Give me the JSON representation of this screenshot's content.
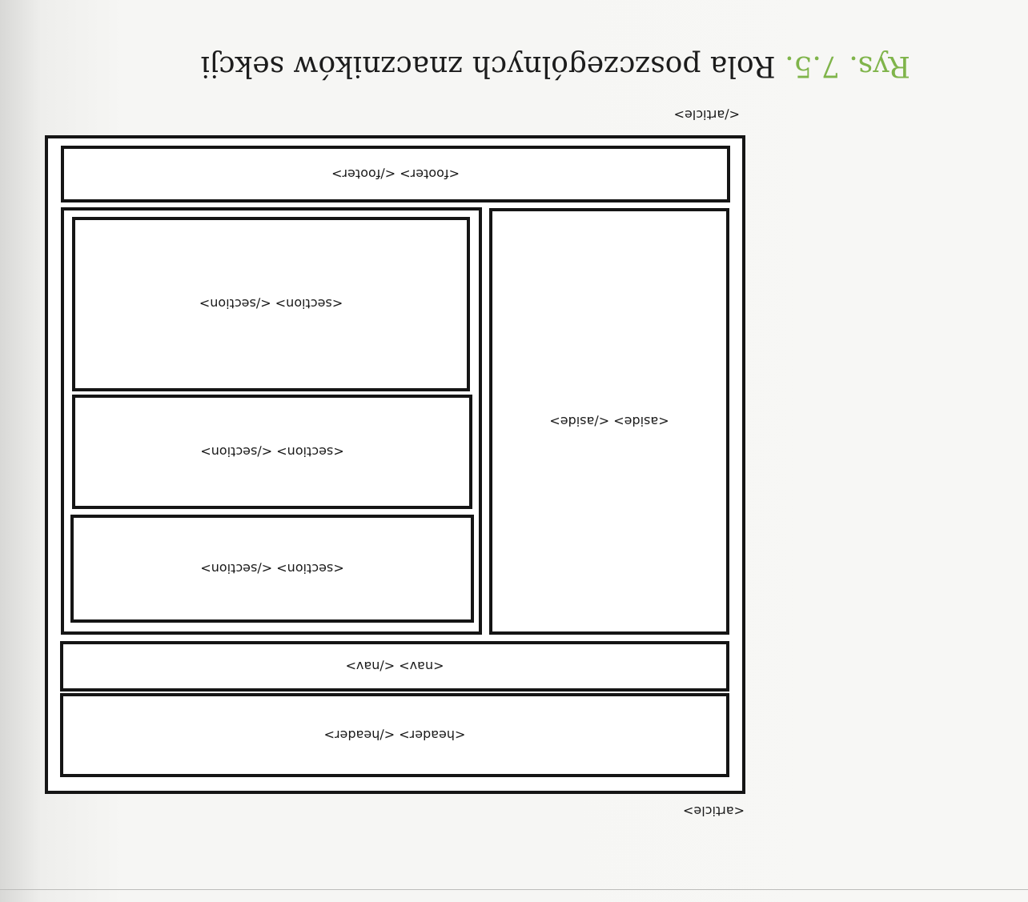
{
  "caption": {
    "figure": "Rys. 7.5.",
    "text": "Rola poszczególnych znaczników sekcji"
  },
  "diagram": {
    "article_open": "<article>",
    "article_close": "</article>",
    "header": "<header> </header>",
    "nav": "<nav>  </nav>",
    "sections": [
      "<section> </section>",
      "<section> </section>",
      "<section> </section>"
    ],
    "aside": "<aside> </aside>",
    "footer": "<footer> </footer>"
  }
}
